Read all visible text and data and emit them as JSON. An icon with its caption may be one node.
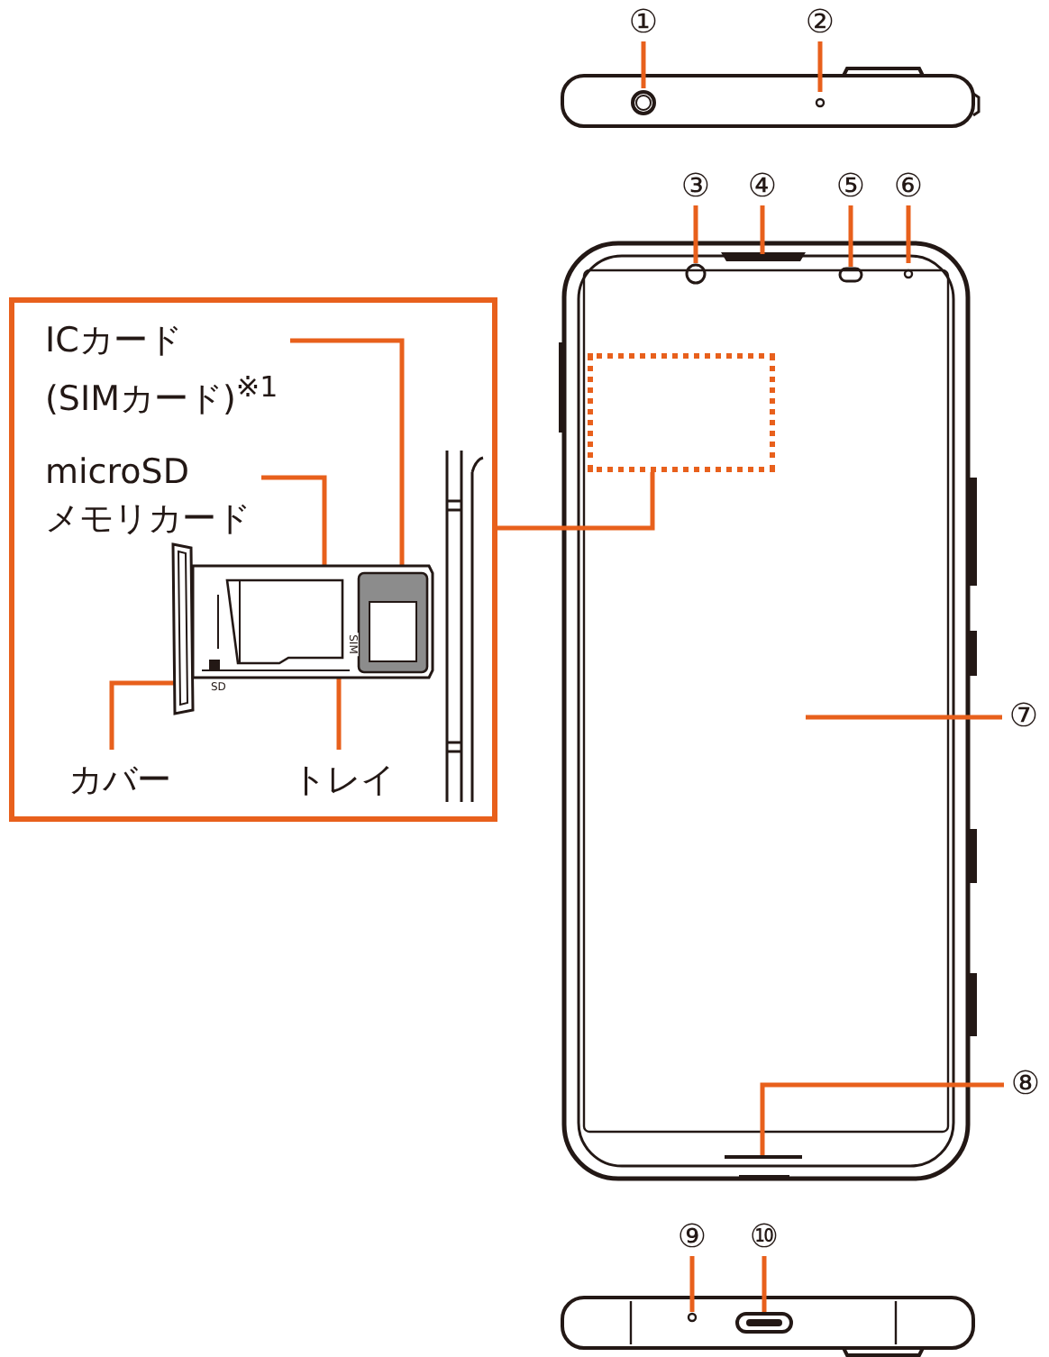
{
  "diagram": {
    "nodes": [
      {
        "text": [
          "①"
        ]
      },
      {
        "text": [
          "②"
        ]
      },
      {
        "text": [
          "③"
        ]
      },
      {
        "text": [
          "④"
        ]
      },
      {
        "text": [
          "⑤"
        ]
      },
      {
        "text": [
          "⑥"
        ]
      },
      {
        "text": [
          "⑦"
        ]
      },
      {
        "text": [
          "⑧"
        ]
      },
      {
        "text": [
          "⑨"
        ]
      },
      {
        "text": [
          "⑩"
        ]
      },
      {
        "text": [],
        "shape": "box"
      },
      {
        "text": [
          "ICカード(SIMカード)$^{※1}$"
        ],
        "in": 10
      },
      {
        "text": [
          "microSDメモリカード"
        ],
        "in": 10
      },
      {
        "text": [
          "カバー"
        ],
        "in": 10
      },
      {
        "text": [
          "トレイ"
        ],
        "in": 10
      },
      {
        "text": [],
        "shape": "box"
      },
      {
        "text": [],
        "shape": "bar",
        "in": 10
      },
      {
        "text": [],
        "shape": "box",
        "in": 10
      },
      {
        "text": [],
        "shape": "box",
        "in": 17
      },
      {
        "text": [],
        "shape": "box",
        "in": 17
      }
    ],
    "edges": [
      {
        "from": 0,
        "to": null,
        "arrow": "none"
      },
      {
        "from": 1,
        "to": null,
        "arrow": "none"
      },
      {
        "from": 2,
        "to": null,
        "arrow": "none"
      },
      {
        "from": 3,
        "to": null,
        "arrow": "none"
      },
      {
        "from": 4,
        "to": null,
        "arrow": "none"
      },
      {
        "from": 5,
        "to": null,
        "arrow": "none"
      },
      {
        "from": 6,
        "to": null,
        "arrow": "none"
      },
      {
        "from": 7,
        "to": null,
        "arrow": "none"
      },
      {
        "from": 8,
        "to": null,
        "arrow": "none"
      },
      {
        "from": 9,
        "to": null,
        "arrow": "none"
      },
      {
        "from": 10,
        "to": 15,
        "arrow": "none"
      },
      {
        "from": 11,
        "to": 19,
        "arrow": "none"
      },
      {
        "from": 12,
        "to": 18,
        "arrow": "none"
      },
      {
        "from": 13,
        "to": 16,
        "arrow": "none"
      },
      {
        "from": 14,
        "to": 17,
        "arrow": "none"
      }
    ],
    "labels": [
      "SD",
      "SIM"
    ]
  }
}
